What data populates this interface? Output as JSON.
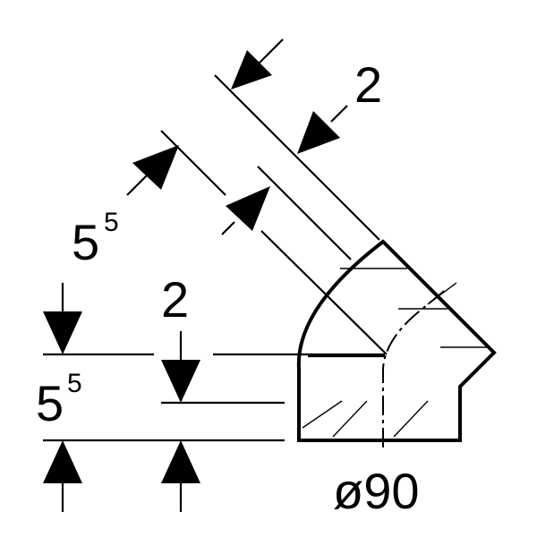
{
  "labels": {
    "diameter": "ø90",
    "angled_offset_base": "5",
    "angled_offset_sup": "5",
    "angled_gap": "2",
    "vertical_offset_base": "5",
    "vertical_offset_sup": "5",
    "vertical_gap": "2"
  }
}
